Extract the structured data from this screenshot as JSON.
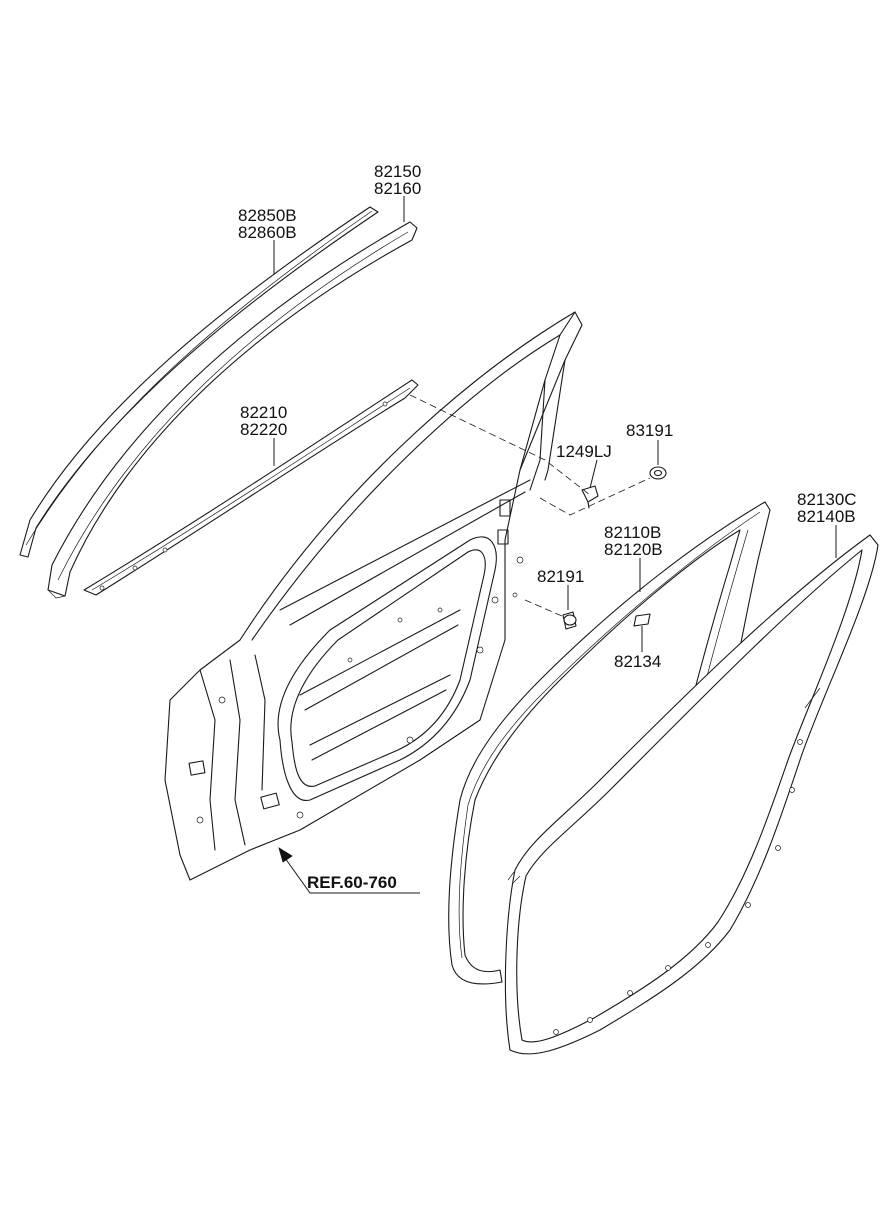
{
  "labels": {
    "p82150": "82150",
    "p82160": "82160",
    "p82850B": "82850B",
    "p82860B": "82860B",
    "p82210": "82210",
    "p82220": "82220",
    "p1249LJ": "1249LJ",
    "p83191": "83191",
    "p82130C": "82130C",
    "p82140B": "82140B",
    "p82110B": "82110B",
    "p82120B": "82120B",
    "p82191": "82191",
    "p82134": "82134",
    "ref": "REF.60-760"
  }
}
